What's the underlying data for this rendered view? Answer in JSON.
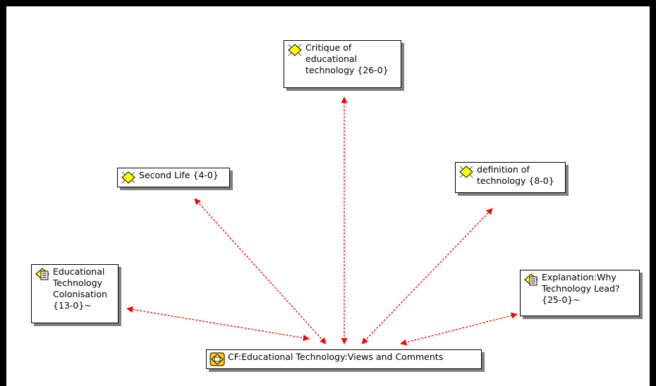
{
  "nodes": {
    "critique": {
      "label": "Critique of\neducational\ntechnology {26-0}",
      "icon": "star-node-icon"
    },
    "second_life": {
      "label": "Second Life {4-0}",
      "icon": "star-node-icon"
    },
    "definition": {
      "label": "definition of\ntechnology {8-0}",
      "icon": "star-node-icon"
    },
    "colonisation": {
      "label": "Educational\nTechnology\nColonisation\n{13-0}~",
      "icon": "note-node-icon"
    },
    "explanation": {
      "label": "Explanation:Why\nTechnology Lead?\n{25-0}~",
      "icon": "note-node-icon"
    },
    "center": {
      "label": "CF:Educational Technology:Views and Comments",
      "icon": "central-node-icon"
    }
  },
  "colors": {
    "link": "#ff0000",
    "frame": "#000000",
    "star_fill": "#ffff00"
  }
}
